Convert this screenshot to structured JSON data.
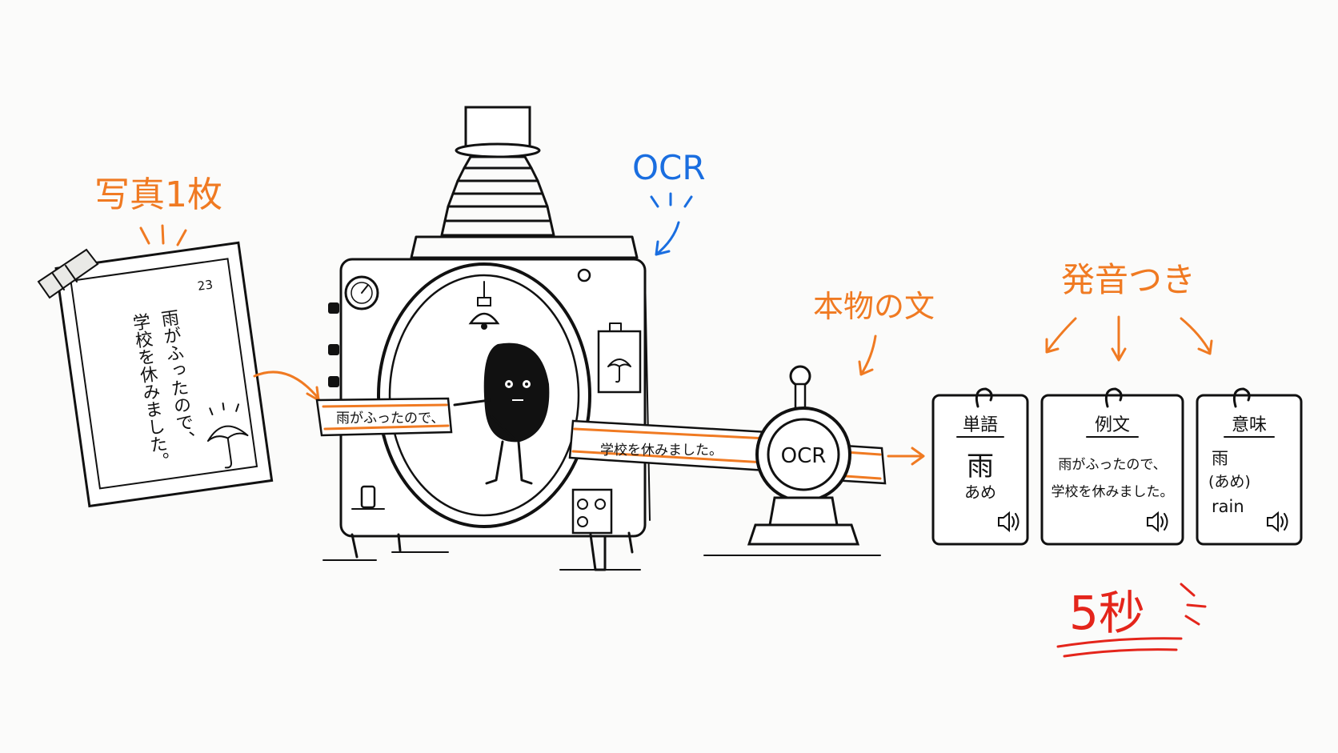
{
  "labels": {
    "photo": "写真1枚",
    "ocr_top": "OCR",
    "real_sentence": "本物の文",
    "with_audio": "発音つき",
    "time": "5秒"
  },
  "photo_card": {
    "page_number": "23",
    "line1": "雨がふったので、",
    "line2": "学校を休みました。"
  },
  "machine": {
    "ribbon_left": "雨がふったので、",
    "ribbon_right": "学校を休みました。",
    "ocr_disc": "OCR"
  },
  "cards": [
    {
      "title": "単語",
      "line1": "雨",
      "line2": "あめ",
      "line3": ""
    },
    {
      "title": "例文",
      "line1": "雨がふったので、",
      "line2": "学校を休みました。",
      "line3": ""
    },
    {
      "title": "意味",
      "line1": "雨",
      "line2": "(あめ)",
      "line3": "rain"
    }
  ],
  "icons": [
    "speaker-icon",
    "umbrella-icon",
    "gauge-icon",
    "lamp-icon"
  ],
  "colors": {
    "accent": "#f07a22",
    "ocr_blue": "#1a6ee0",
    "highlight": "#e4251b",
    "ink": "#111111"
  }
}
